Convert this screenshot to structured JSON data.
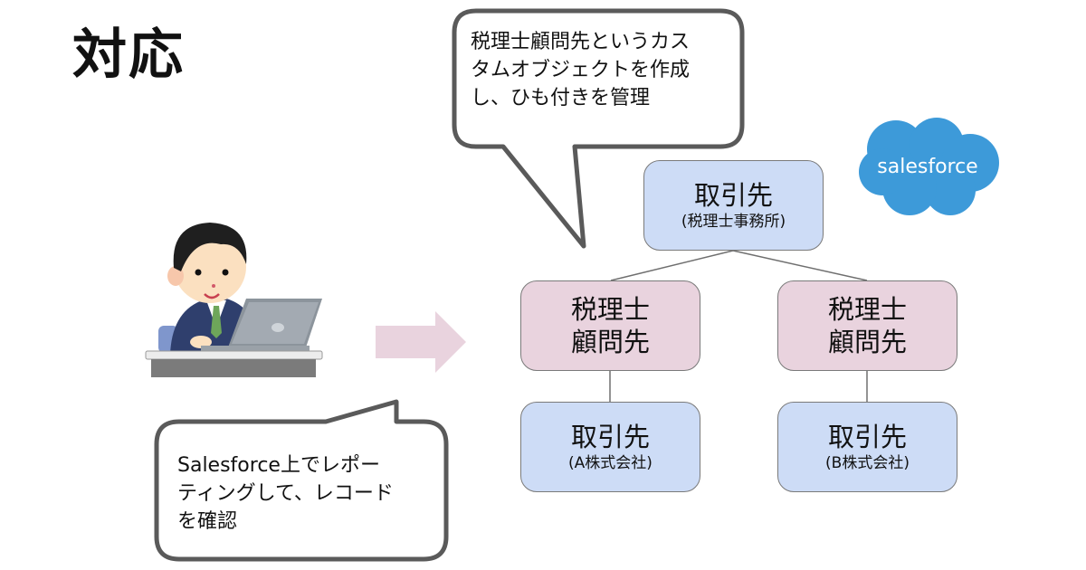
{
  "title": "対応",
  "callouts": {
    "top": "税理士顧問先というカス\nタムオブジェクトを作成\nし、ひも付きを管理",
    "bottom": "Salesforce上でレポー\nティングして、レコード\nを確認"
  },
  "logo": {
    "text": "salesforce",
    "color": "#3d9ad9"
  },
  "arrow_color": "#e9d3de",
  "nodes": {
    "root": {
      "main": "取引先",
      "sub": "(税理士事務所)"
    },
    "advisor_left": {
      "main": "税理士\n顧問先"
    },
    "advisor_right": {
      "main": "税理士\n顧問先"
    },
    "account_a": {
      "main": "取引先",
      "sub": "(A株式会社)"
    },
    "account_b": {
      "main": "取引先",
      "sub": "(B株式会社)"
    }
  },
  "illustration": "businessman-with-laptop"
}
